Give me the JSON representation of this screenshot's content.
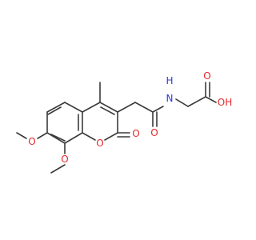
{
  "colors": {
    "bond": "#3a3a3a",
    "carbon": "#3a3a3a",
    "oxygen": "#e8262a",
    "nitrogen": "#2d38e6",
    "background": "#ffffff"
  },
  "atom_labels": {
    "acid_oh": "OH",
    "acid_o": "O",
    "amide_nh": "N",
    "amide_h": "H",
    "amide_o": "O",
    "lactone_carbonyl_o": "O",
    "ring_o": "O",
    "methoxy_o_7": "O",
    "methoxy_o_8": "O"
  }
}
